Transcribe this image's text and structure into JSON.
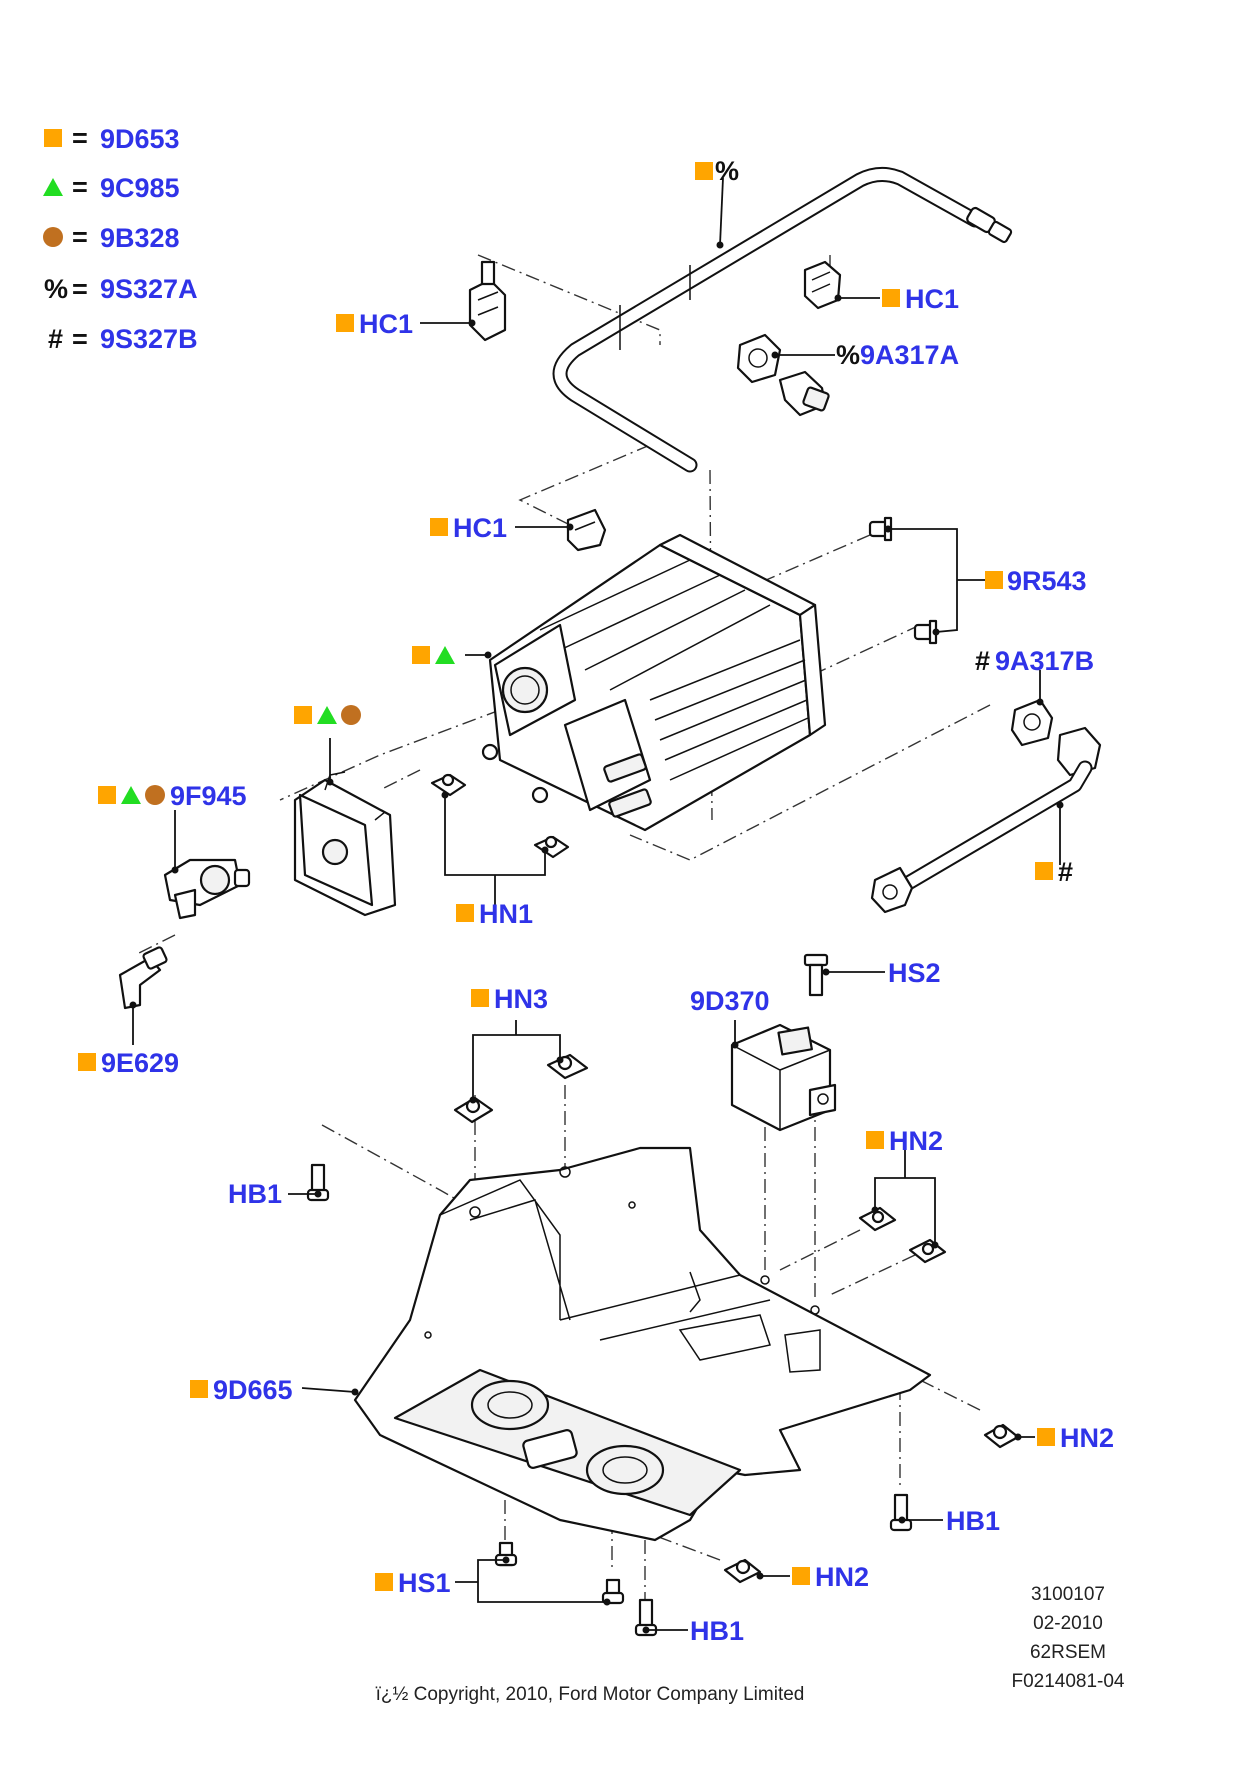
{
  "colors": {
    "label_blue": "#2f33e8",
    "square_orange": "#ffa500",
    "triangle_green": "#22dd22",
    "circle_brown": "#c07020"
  },
  "legend": [
    {
      "symbol": "square",
      "eq": "=",
      "code": "9D653"
    },
    {
      "symbol": "triangle",
      "eq": "=",
      "code": "9C985"
    },
    {
      "symbol": "circle",
      "eq": "=",
      "code": "9B328"
    },
    {
      "symbol": "%",
      "eq": "=",
      "code": "9S327A"
    },
    {
      "symbol": "#",
      "eq": "=",
      "code": "9S327B"
    }
  ],
  "callouts": {
    "hose_top_marker": "%",
    "hc1_a": "HC1",
    "hc1_b": "HC1",
    "hc1_c": "HC1",
    "a9a317a": "9A317A",
    "a9a317a_prefix": "%",
    "a9r543": "9R543",
    "a9a317b": "9A317B",
    "a9a317b_prefix": "#",
    "hose_lower_marker": "#",
    "a9f945": "9F945",
    "hn1": "HN1",
    "a9e629": "9E629",
    "hs2": "HS2",
    "a9d370": "9D370",
    "hn3": "HN3",
    "hb1_a": "HB1",
    "hb1_b": "HB1",
    "hb1_c": "HB1",
    "hn2_a": "HN2",
    "hn2_b": "HN2",
    "hn2_c": "HN2",
    "a9d665": "9D665",
    "hs1": "HS1"
  },
  "info": {
    "code": "3100107",
    "date": "02-2010",
    "model": "62RSEM",
    "ref": "F0214081-04"
  },
  "copyright": "ï¿½ Copyright, 2010, Ford Motor Company Limited"
}
